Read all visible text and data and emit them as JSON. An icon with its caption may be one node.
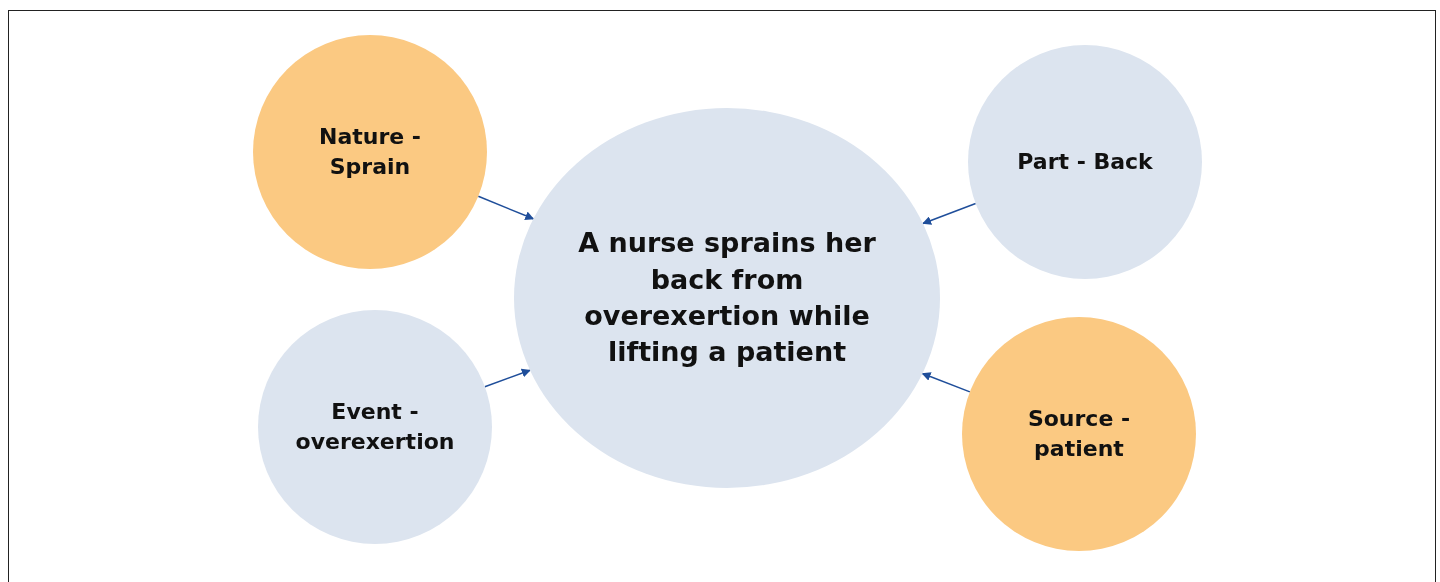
{
  "diagram": {
    "nodes": [
      {
        "text": [
          "Nature - Sprain"
        ]
      },
      {
        "text": [
          "Part - Back"
        ]
      },
      {
        "text": [
          "A nurse sprains her back from overexertion while lifting a patient"
        ]
      },
      {
        "text": [
          "Event - overexertion"
        ]
      },
      {
        "text": [
          "Source - patient"
        ]
      }
    ],
    "edges": [
      {
        "from": 0,
        "to": 2,
        "arrow": "to"
      },
      {
        "from": 1,
        "to": 2,
        "arrow": "to"
      },
      {
        "from": 3,
        "to": 2,
        "arrow": "to"
      },
      {
        "from": 4,
        "to": 2,
        "arrow": "to"
      }
    ]
  }
}
